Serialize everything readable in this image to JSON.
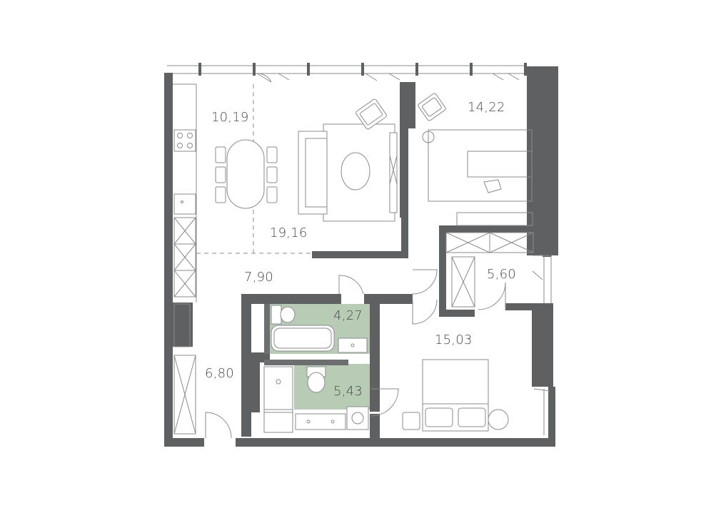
{
  "plan": {
    "colors": {
      "wall": "#5f6062",
      "line": "#8a8b8d",
      "wet_zone": "#b7cbb5",
      "background": "#ffffff"
    },
    "rooms": [
      {
        "id": "kitchen",
        "area": "10,19"
      },
      {
        "id": "living",
        "area": "19,16"
      },
      {
        "id": "bedroom-1",
        "area": "14,22"
      },
      {
        "id": "hall",
        "area": "7,90"
      },
      {
        "id": "closet",
        "area": "5,60"
      },
      {
        "id": "bathroom",
        "area": "4,27"
      },
      {
        "id": "entrance",
        "area": "6,80"
      },
      {
        "id": "shower-room",
        "area": "5,43"
      },
      {
        "id": "bedroom-2",
        "area": "15,03"
      }
    ]
  }
}
